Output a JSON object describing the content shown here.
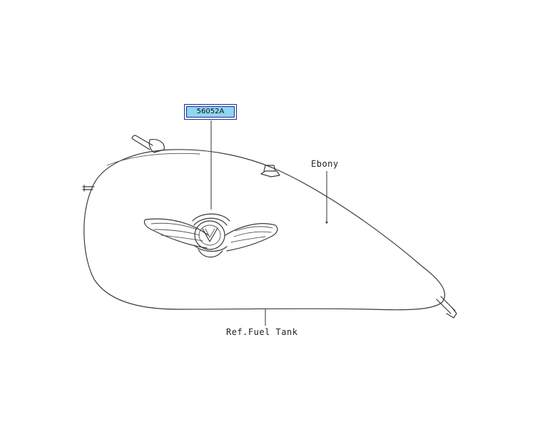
{
  "part_label": {
    "number": "56052A"
  },
  "callouts": {
    "color_note": "Ebony",
    "reference": "Ref.Fuel Tank"
  }
}
